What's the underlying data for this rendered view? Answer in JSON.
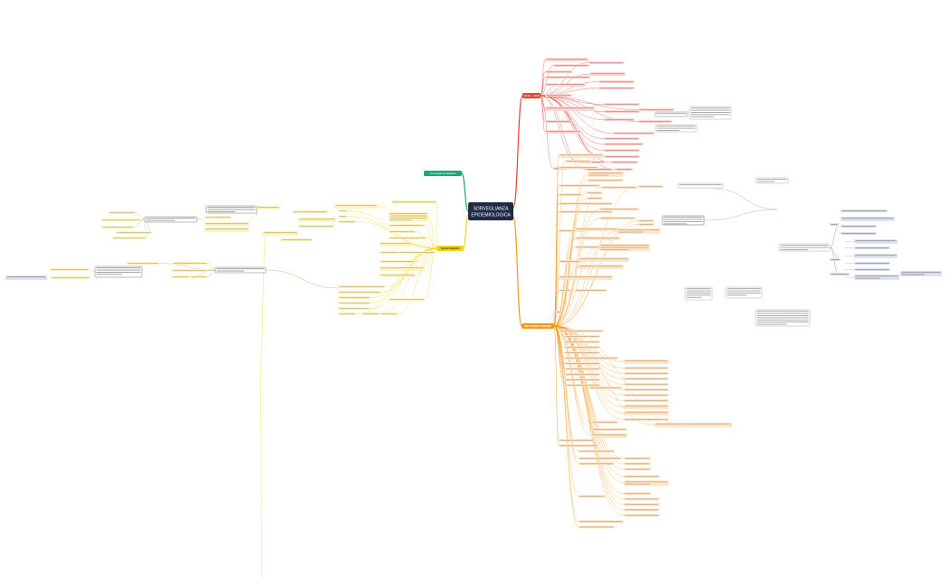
{
  "center": {
    "line1": "SORVEGLIANZA",
    "line2": "EPIDEMIOLOGICA"
  },
  "branches": {
    "green": {
      "title": "Sorveglianza Malattie"
    },
    "yellow": {
      "title": "QUESTIONARI"
    },
    "red": {
      "title": "VETE - 1998"
    },
    "orange": {
      "title": "INFLUENZA AVIARIA"
    }
  },
  "colors": {
    "center_bg": "#1f2a44",
    "green": "#1aa67a",
    "yellow": "#f2d21b",
    "red": "#e0453a",
    "orange": "#f29a1e",
    "node_yellow": "#fdf3c4",
    "node_orange": "#fde6cc",
    "node_red": "#fbd9d6",
    "node_blue": "#dde3ee"
  }
}
